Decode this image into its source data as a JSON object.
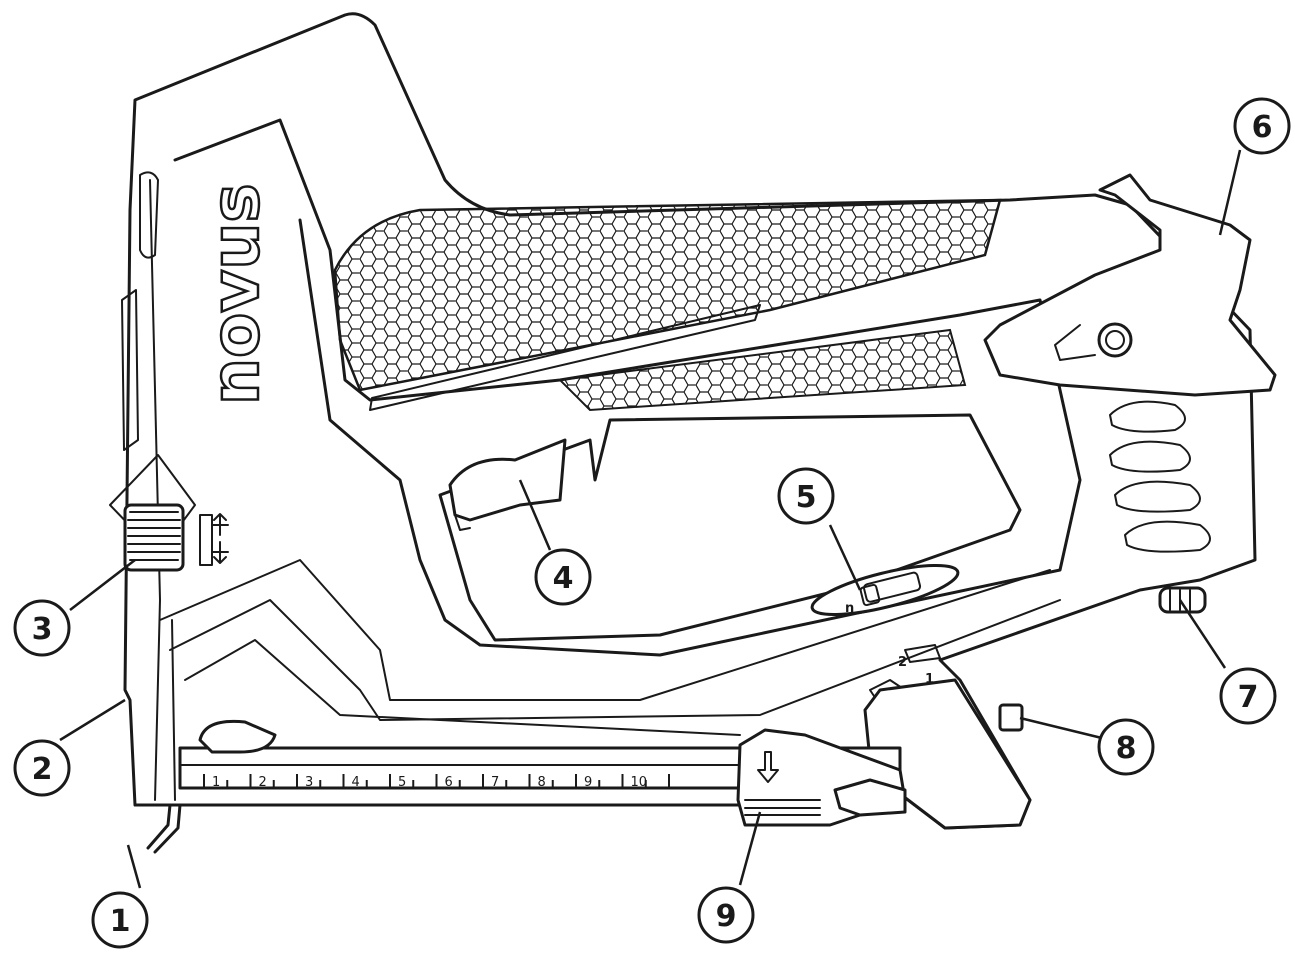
{
  "brand": "novus",
  "scale": {
    "labels": [
      "1",
      "2",
      "3",
      "4",
      "5",
      "6",
      "7",
      "8",
      "9",
      "10"
    ]
  },
  "callouts": [
    {
      "id": "1",
      "label": "1"
    },
    {
      "id": "2",
      "label": "2"
    },
    {
      "id": "3",
      "label": "3"
    },
    {
      "id": "4",
      "label": "4"
    },
    {
      "id": "5",
      "label": "5"
    },
    {
      "id": "6",
      "label": "6"
    },
    {
      "id": "7",
      "label": "7"
    },
    {
      "id": "8",
      "label": "8"
    },
    {
      "id": "9",
      "label": "9"
    }
  ],
  "symbols": {
    "switch_left": "n",
    "mode_2": "2",
    "mode_1": "1"
  },
  "colors": {
    "line": "#1a1a1a",
    "fill": "#ffffff"
  }
}
